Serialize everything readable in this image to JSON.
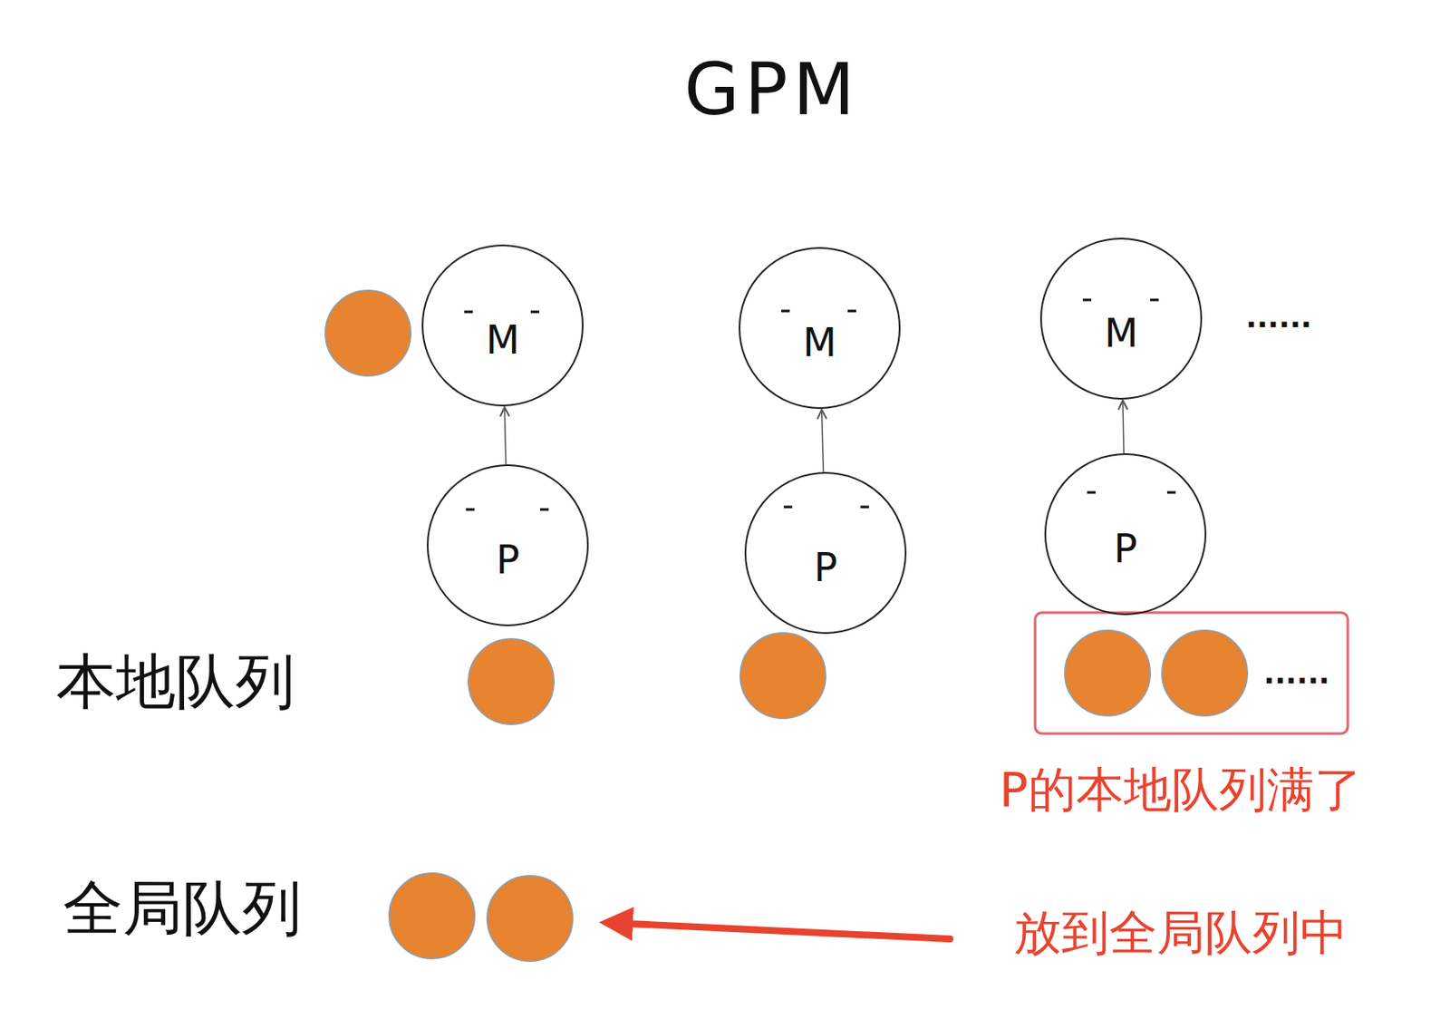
{
  "diagram": {
    "title": "GPM",
    "nodes": [
      {
        "text": [
          "M"
        ]
      },
      {
        "text": [
          "M"
        ]
      },
      {
        "text": [
          "M"
        ]
      },
      {
        "text": [
          "P"
        ]
      },
      {
        "text": [
          "P"
        ]
      },
      {
        "text": [
          "P"
        ]
      }
    ],
    "edges": [
      {
        "from": 3,
        "to": 0,
        "arrow": "to"
      },
      {
        "from": 4,
        "to": 1,
        "arrow": "to"
      },
      {
        "from": 5,
        "to": 2,
        "arrow": "to"
      }
    ],
    "labels": [
      "......",
      "本地队列",
      "......",
      "P的本地队列满了",
      "全局队列",
      "放到全局队列中"
    ]
  }
}
